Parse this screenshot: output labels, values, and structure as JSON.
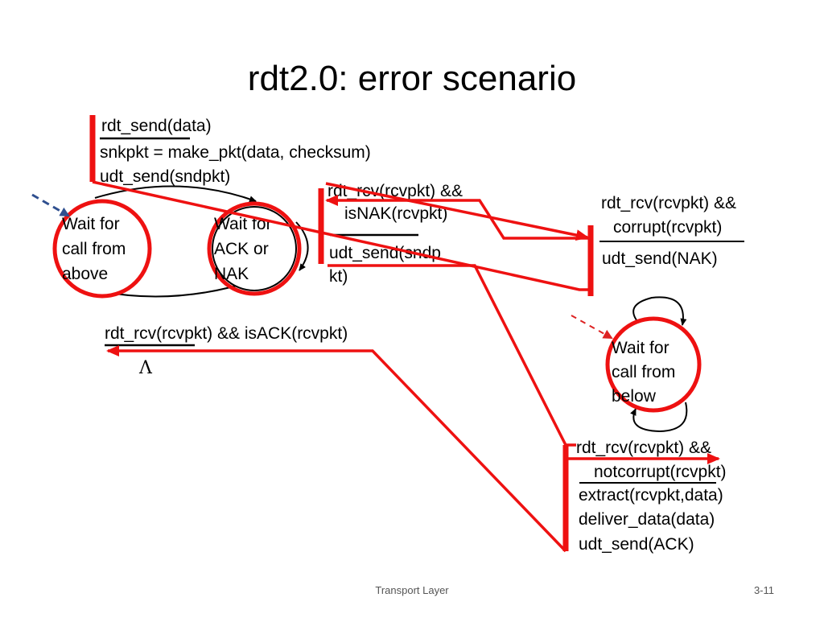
{
  "title": "rdt2.0: error scenario",
  "sender": {
    "state_wait_call": [
      "Wait for",
      "call from",
      "above"
    ],
    "state_wait_ack": [
      "Wait for",
      "ACK or",
      "NAK"
    ],
    "send_event": "rdt_send(data)",
    "send_action1": "snkpkt = make_pkt(data, checksum)",
    "send_action2": "udt_send(sndpkt)",
    "nak_event1": "rdt_rcv(rcvpkt) &&",
    "nak_event2": "isNAK(rcvpkt)",
    "nak_action1": "udt_send(sndp",
    "nak_action2": "kt)",
    "ack_event": "rdt_rcv(rcvpkt) && isACK(rcvpkt)",
    "ack_action": "Λ"
  },
  "receiver": {
    "state_wait_below": [
      "Wait for",
      "call from",
      "below"
    ],
    "corrupt_event1": "rdt_rcv(rcvpkt) &&",
    "corrupt_event2": "corrupt(rcvpkt)",
    "corrupt_action": "udt_send(NAK)",
    "ok_event1": "rdt_rcv(rcvpkt) &&",
    "ok_event2": "notcorrupt(rcvpkt)",
    "ok_action1": "extract(rcvpkt,data)",
    "ok_action2": "deliver_data(data)",
    "ok_action3": "udt_send(ACK)"
  },
  "footer": {
    "center": "Transport Layer",
    "page": "3-11"
  },
  "colors": {
    "highlight": "#ee1111",
    "initial_arrow": "#2f4f8f",
    "receiver_initial_arrow": "#dd2222"
  }
}
